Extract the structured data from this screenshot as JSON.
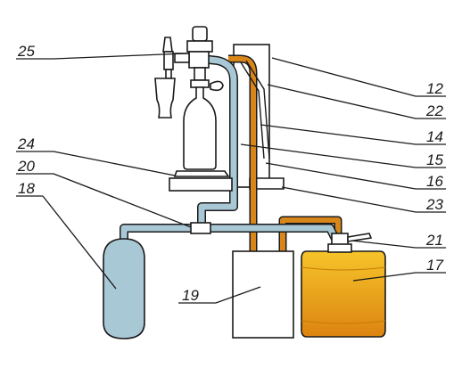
{
  "labels": {
    "l25": "25",
    "l24": "24",
    "l20": "20",
    "l18": "18",
    "l19": "19",
    "l12": "12",
    "l22": "22",
    "l14": "14",
    "l15": "15",
    "l16": "16",
    "l23": "23",
    "l21": "21",
    "l17": "17"
  },
  "colors": {
    "gas_line": "#a9c8d6",
    "beer_line": "#d8861a",
    "cylinder": "#a9c8d6",
    "keg_light": "#f3b81e",
    "keg_dark": "#de8a10",
    "outline": "#1a1a1a",
    "glass_fill": "#ffffff"
  }
}
